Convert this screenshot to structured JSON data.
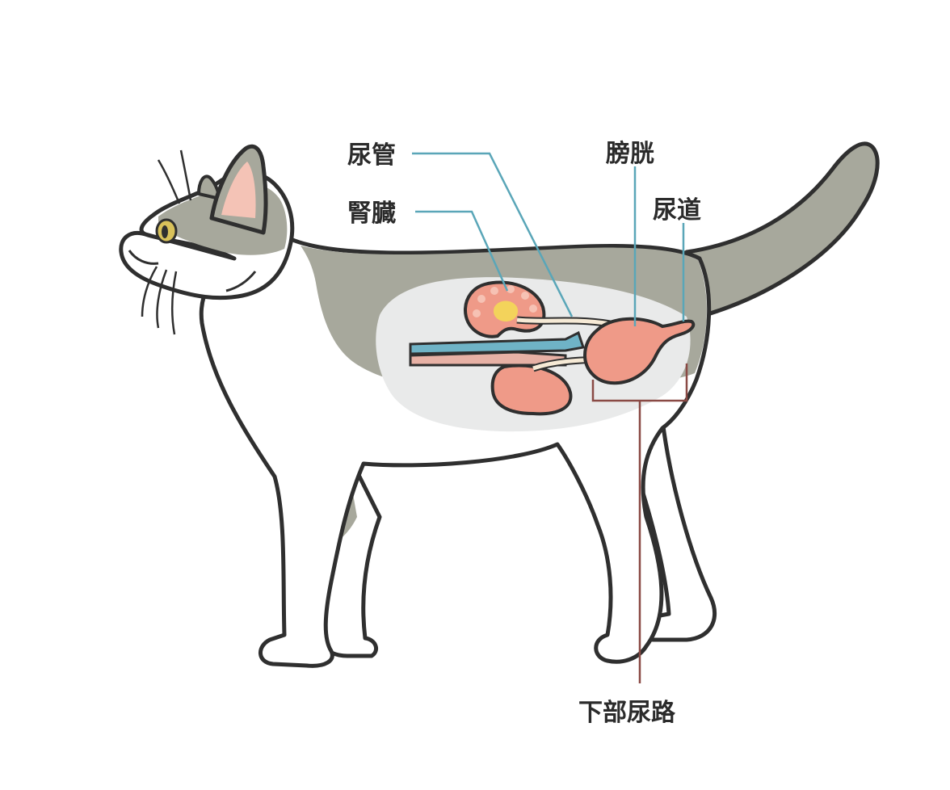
{
  "labels": {
    "ureter": "尿管",
    "kidney": "腎臓",
    "bladder": "膀胱",
    "urethra": "尿道",
    "lower_urinary_tract": "下部尿路"
  },
  "colors": {
    "outline": "#2f2f2f",
    "fur_gray": "#a7a89c",
    "fur_white": "#ffffff",
    "organ_pink": "#ef9a88",
    "organ_light": "#f6c2b4",
    "body_cavity": "#e9eaea",
    "leader_blue": "#5aa6b8",
    "leader_brown": "#8a4a45",
    "vessel_blue": "#6fb3c6",
    "vessel_pink": "#e7b1a5",
    "eye_yellow": "#d8c15a",
    "ear_pink": "#f4c3b6",
    "pelvis_yellow": "#f3d35b"
  }
}
